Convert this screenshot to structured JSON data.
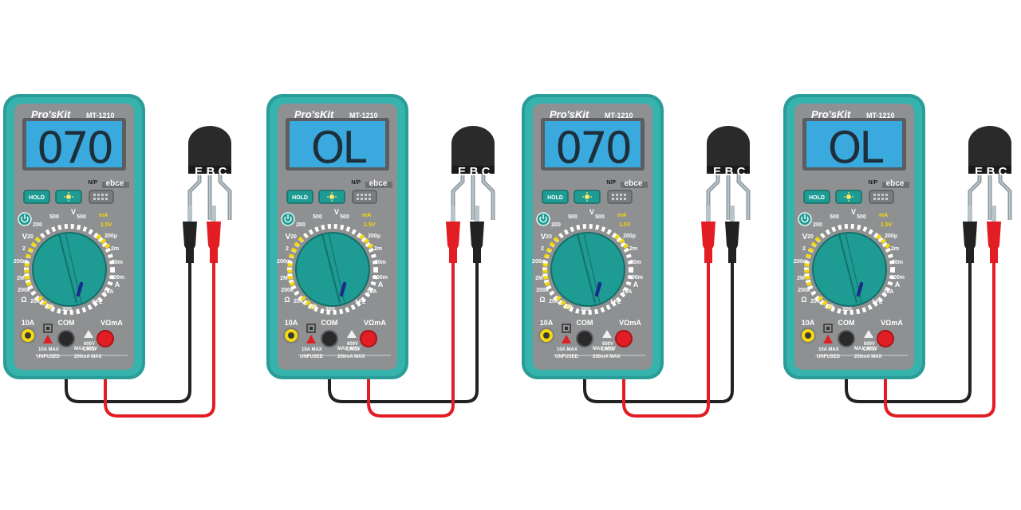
{
  "meters": [
    {
      "brand": "Pro'sKit",
      "model": "MT-1210",
      "reading": "070",
      "leads": {
        "left": "black",
        "right": "red"
      },
      "hfe_label": "N/P",
      "hfe_pins": "ebce",
      "buttons": {
        "hold": "HOLD"
      },
      "ranges": {
        "v_ac_top": "500",
        "v_ac_200": "200",
        "v_ac_20": "20",
        "v_dc_2": "2",
        "v_dc_200m": "200m",
        "ohm_2m": "2M",
        "ohm_200k": "200k",
        "ohm_20k": "20k",
        "ohm_2k": "2k",
        "ohm_200": "200",
        "dc_a_200u": "200µ",
        "dc_a_2m": "2m",
        "dc_a_20m": "20m",
        "dc_a_200m": "200m",
        "dc_a_10a": "10A",
        "batt": "mA",
        "batt_v": "1.5V",
        "hfe": "hFE",
        "v_label": "V",
        "ohm_label": "Ω",
        "a_label": "A"
      },
      "jacks": {
        "tenA": "10A",
        "com": "COM",
        "vma": "VΩmA",
        "rating": "600V",
        "cat": "CAT.II",
        "max10": "10A MAX",
        "unfused": "UNFUSED",
        "max600": "MAX 600V",
        "max200": "200mA MAX"
      },
      "transistor": {
        "pin_e": "E",
        "pin_b": "B",
        "pin_c": "C"
      }
    },
    {
      "brand": "Pro'sKit",
      "model": "MT-1210",
      "reading": "OL",
      "leads": {
        "left": "red",
        "right": "black"
      },
      "hfe_label": "N/P",
      "hfe_pins": "ebce",
      "buttons": {
        "hold": "HOLD"
      },
      "ranges": {
        "v_ac_top": "500",
        "v_ac_200": "200",
        "v_ac_20": "20",
        "v_dc_2": "2",
        "v_dc_200m": "200m",
        "ohm_2m": "2M",
        "ohm_200k": "200k",
        "ohm_20k": "20k",
        "ohm_2k": "2k",
        "ohm_200": "200",
        "dc_a_200u": "200µ",
        "dc_a_2m": "2m",
        "dc_a_20m": "20m",
        "dc_a_200m": "200m",
        "dc_a_10a": "10A",
        "batt": "mA",
        "batt_v": "1.5V",
        "hfe": "hFE",
        "v_label": "V",
        "ohm_label": "Ω",
        "a_label": "A"
      },
      "jacks": {
        "tenA": "10A",
        "com": "COM",
        "vma": "VΩmA",
        "rating": "600V",
        "cat": "CAT.II",
        "max10": "10A MAX",
        "unfused": "UNFUSED",
        "max600": "MAX 600V",
        "max200": "200mA MAX"
      },
      "transistor": {
        "pin_e": "E",
        "pin_b": "B",
        "pin_c": "C"
      }
    },
    {
      "brand": "Pro'sKit",
      "model": "MT-1210",
      "reading": "070",
      "leads": {
        "left": "red",
        "right": "black"
      },
      "hfe_label": "N/P",
      "hfe_pins": "ebce",
      "buttons": {
        "hold": "HOLD"
      },
      "ranges": {
        "v_ac_top": "500",
        "v_ac_200": "200",
        "v_ac_20": "20",
        "v_dc_2": "2",
        "v_dc_200m": "200m",
        "ohm_2m": "2M",
        "ohm_200k": "200k",
        "ohm_20k": "20k",
        "ohm_2k": "2k",
        "ohm_200": "200",
        "dc_a_200u": "200µ",
        "dc_a_2m": "2m",
        "dc_a_20m": "20m",
        "dc_a_200m": "200m",
        "dc_a_10a": "10A",
        "batt": "mA",
        "batt_v": "1.5V",
        "hfe": "hFE",
        "v_label": "V",
        "ohm_label": "Ω",
        "a_label": "A"
      },
      "jacks": {
        "tenA": "10A",
        "com": "COM",
        "vma": "VΩmA",
        "rating": "600V",
        "cat": "CAT.II",
        "max10": "10A MAX",
        "unfused": "UNFUSED",
        "max600": "MAX 600V",
        "max200": "200mA MAX"
      },
      "transistor": {
        "pin_e": "E",
        "pin_b": "B",
        "pin_c": "C"
      }
    },
    {
      "brand": "Pro'sKit",
      "model": "MT-1210",
      "reading": "OL",
      "leads": {
        "left": "black",
        "right": "red"
      },
      "hfe_label": "N/P",
      "hfe_pins": "ebce",
      "buttons": {
        "hold": "HOLD"
      },
      "ranges": {
        "v_ac_top": "500",
        "v_ac_200": "200",
        "v_ac_20": "20",
        "v_dc_2": "2",
        "v_dc_200m": "200m",
        "ohm_2m": "2M",
        "ohm_200k": "200k",
        "ohm_20k": "20k",
        "ohm_2k": "2k",
        "ohm_200": "200",
        "dc_a_200u": "200µ",
        "dc_a_2m": "2m",
        "dc_a_20m": "20m",
        "dc_a_200m": "200m",
        "dc_a_10a": "10A",
        "batt": "mA",
        "batt_v": "1.5V",
        "hfe": "hFE",
        "v_label": "V",
        "ohm_label": "Ω",
        "a_label": "A"
      },
      "jacks": {
        "tenA": "10A",
        "com": "COM",
        "vma": "VΩmA",
        "rating": "600V",
        "cat": "CAT.II",
        "max10": "10A MAX",
        "unfused": "UNFUSED",
        "max600": "MAX 600V",
        "max200": "200mA MAX"
      },
      "transistor": {
        "pin_e": "E",
        "pin_b": "B",
        "pin_c": "C"
      }
    }
  ],
  "colors": {
    "body_outer": "#2a9d98",
    "body_inner": "#8c8e90",
    "lcd": "#3aa9de",
    "dial": "#1e9c93",
    "red": "#e21d24",
    "black": "#222222",
    "yellow": "#f5d90c",
    "transistor": "#2a2a2a"
  }
}
